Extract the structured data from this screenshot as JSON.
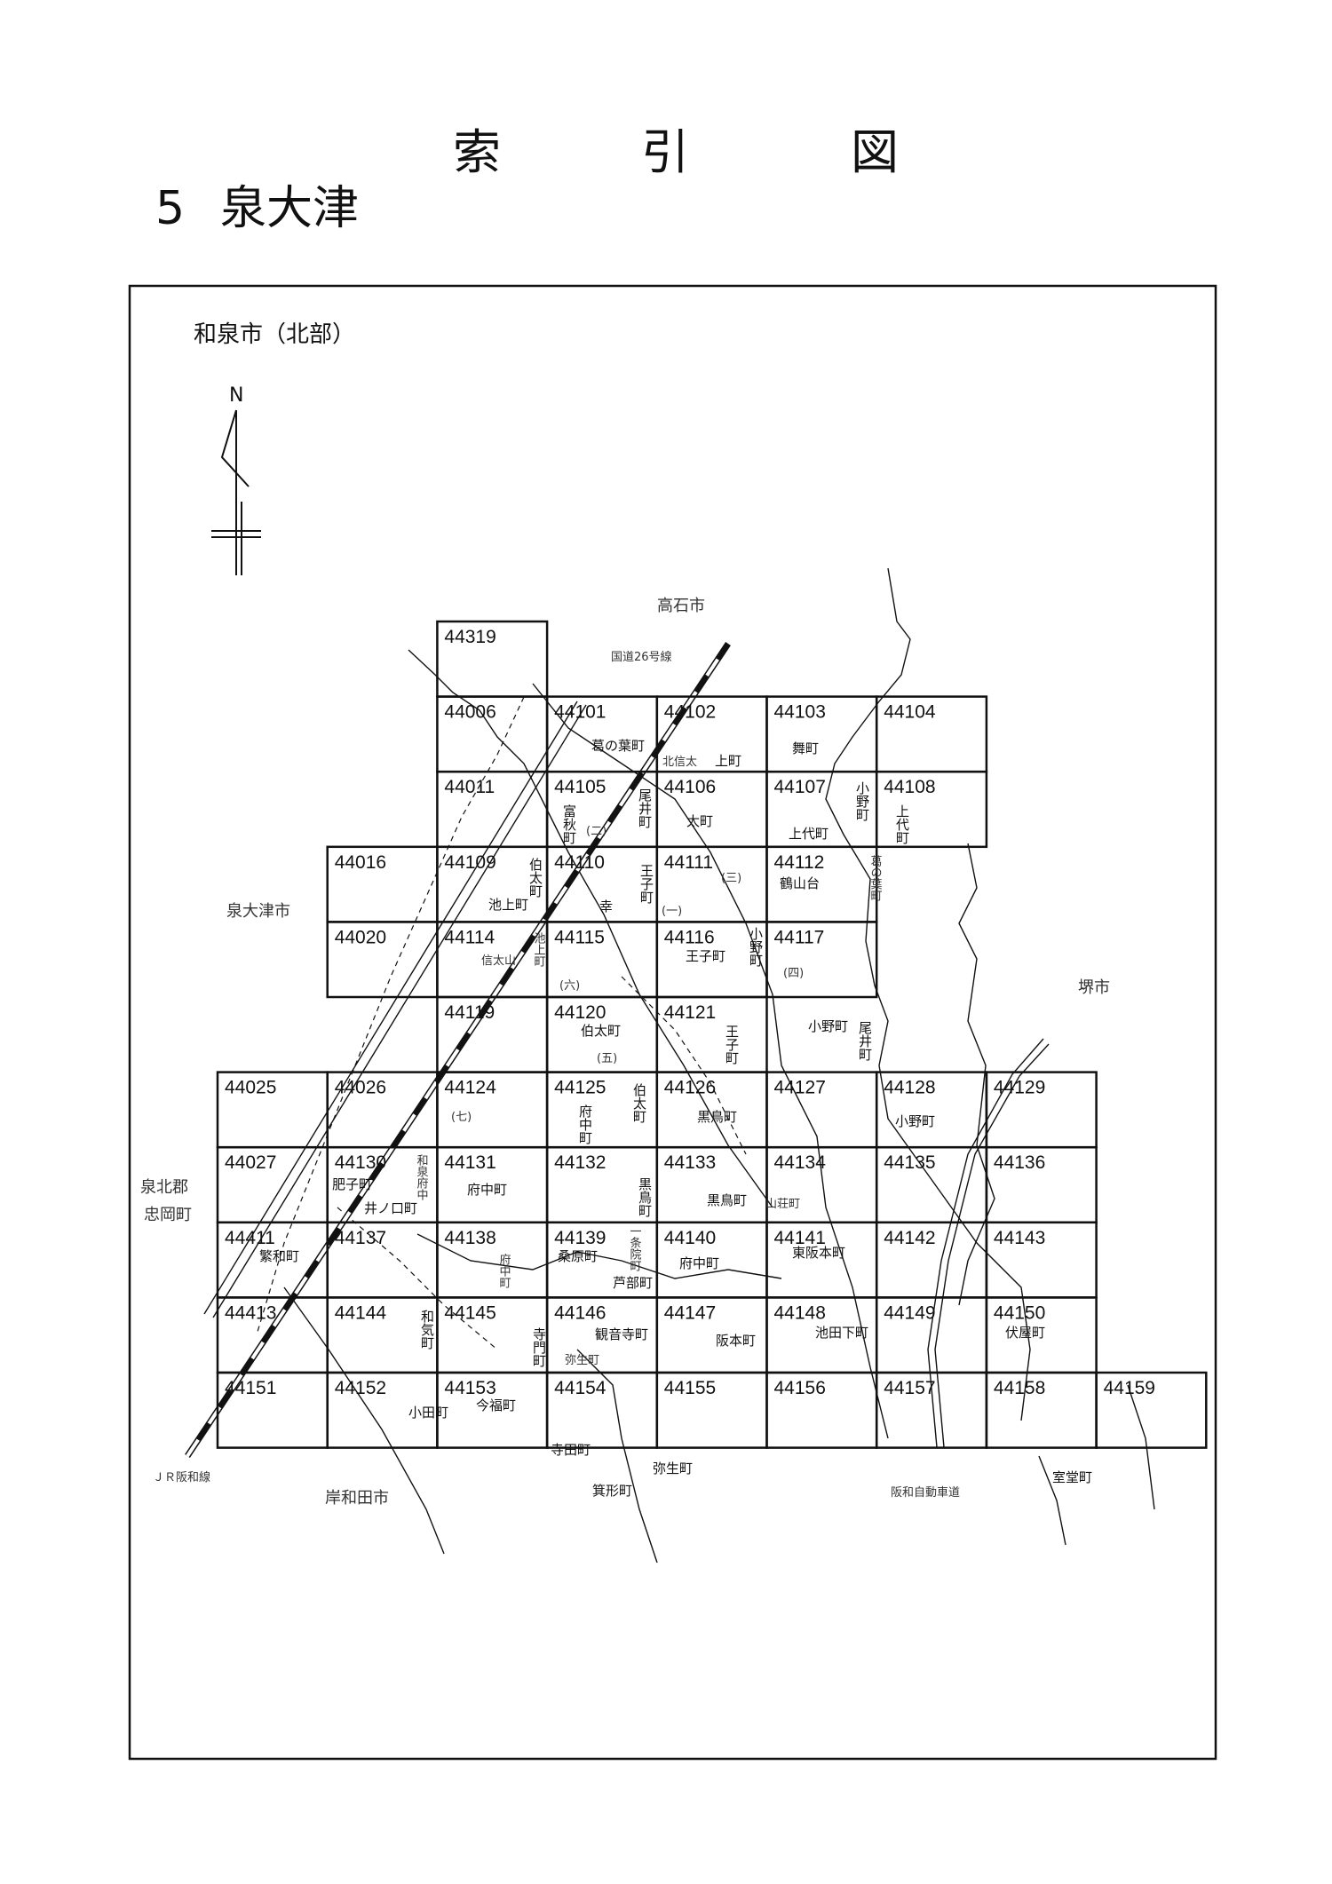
{
  "header": {
    "title": "索　引　図",
    "title_chars": [
      "索",
      "引",
      "図"
    ],
    "section_number": "5",
    "section_name": "泉大津"
  },
  "map": {
    "subtitle": "和泉市（北部）",
    "north_label": "N",
    "tile_rows": [
      [
        null,
        null,
        "44319",
        null,
        null,
        null,
        null,
        null,
        null
      ],
      [
        null,
        null,
        "44006",
        "44101",
        "44102",
        "44103",
        "44104",
        null,
        null
      ],
      [
        null,
        null,
        "44011",
        "44105",
        "44106",
        "44107",
        "44108",
        null,
        null
      ],
      [
        null,
        "44016",
        "44109",
        "44110",
        "44111",
        "44112",
        null,
        null,
        null
      ],
      [
        null,
        "44020",
        "44114",
        "44115",
        "44116",
        "44117",
        null,
        null,
        null
      ],
      [
        null,
        null,
        "44119",
        "44120",
        "44121",
        null,
        null,
        null,
        null
      ],
      [
        "44025",
        "44026",
        "44124",
        "44125",
        "44126",
        "44127",
        "44128",
        "44129",
        null
      ],
      [
        "44027",
        "44130",
        "44131",
        "44132",
        "44133",
        "44134",
        "44135",
        "44136",
        null
      ],
      [
        "44411",
        "44137",
        "44138",
        "44139",
        "44140",
        "44141",
        "44142",
        "44143",
        null
      ],
      [
        "44413",
        "44144",
        "44145",
        "44146",
        "44147",
        "44148",
        "44149",
        "44150",
        null
      ],
      [
        "44151",
        "44152",
        "44153",
        "44154",
        "44155",
        "44156",
        "44157",
        "44158",
        "44159"
      ]
    ],
    "cities": {
      "takaishi": "高石市",
      "izumiotsu": "泉大津市",
      "sakai": "堺市",
      "senboku": "泉北郡",
      "tadaoka": "忠岡町",
      "kishiwada": "岸和田市"
    },
    "roads": {
      "route26": "国道26号線",
      "jr": "ＪＲ阪和線",
      "expressway": "阪和自動車道"
    },
    "towns": {
      "kuzunoha": "葛の葉町",
      "kitashinoda": "北信太",
      "kamimachi": "上町",
      "maimachi": "舞町",
      "futomachi": "太町",
      "kamidai": "上代町",
      "tsuruyamadai": "鶴山台",
      "ikegami": "池上町",
      "saiwai": "幸",
      "oji": "王子町",
      "hakata": "伯太町",
      "ono": "小野町",
      "kurotori": "黒鳥町",
      "fuchu": "府中町",
      "koe": "肥子町",
      "inokuchi": "井ノ口町",
      "shigewa": "繁和町",
      "kuwahara": "桑原町",
      "higashisakamoto": "東阪本町",
      "ashibe": "芦部町",
      "kannonji": "観音寺町",
      "sakamoto": "阪本町",
      "ikedashimo": "池田下町",
      "fuseya": "伏屋町",
      "imafuku": "今福町",
      "koda": "小田町",
      "yayoi": "弥生町",
      "terada": "寺田町",
      "mino": "箕形町",
      "murodo": "室堂町",
      "tomiaki": "富秋町",
      "oi": "尾井町",
      "wake": "和気町",
      "teramon": "寺門町",
      "kuzunoha2": "葛の葉町",
      "shinodayama": "信太山",
      "izumifuchu": "和泉府中",
      "yamaso": "山荘町",
      "ichijoin": "一条院町"
    },
    "ward_marks": {
      "one": "(一)",
      "two": "(二)",
      "three": "(三)",
      "four": "(四)",
      "five": "(五)",
      "six": "(六)",
      "seven": "(七)"
    }
  }
}
